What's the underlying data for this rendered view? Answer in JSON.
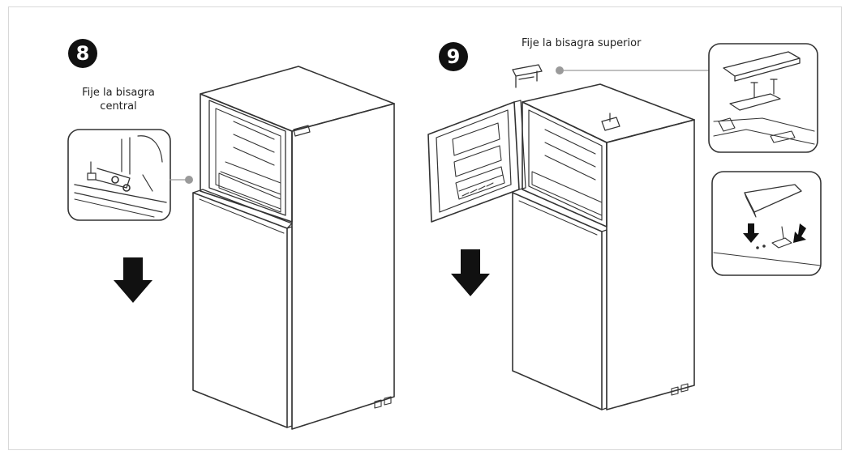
{
  "steps": [
    {
      "number": "8",
      "caption_line1": "Fije la bisagra",
      "caption_line2": "central"
    },
    {
      "number": "9",
      "caption": "Fije la bisagra superior"
    }
  ],
  "icons": {
    "arrow": "arrow-down-icon",
    "callout_dot": "callout-dot-icon"
  },
  "colors": {
    "line": "#333333",
    "badge": "#111111",
    "dot": "#9a9a9a"
  }
}
